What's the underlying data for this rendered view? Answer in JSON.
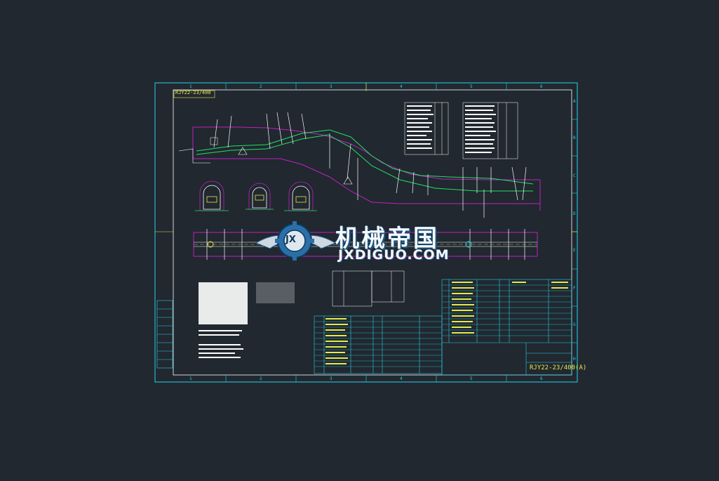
{
  "drawing": {
    "number": "RJY22-23/400(A)",
    "corner_tag": "RJY22-23/400",
    "grid_columns": [
      "1",
      "2",
      "3",
      "4",
      "5",
      "6"
    ],
    "grid_rows": [
      "A",
      "B",
      "C",
      "D",
      "E",
      "F",
      "G",
      "H"
    ]
  },
  "watermark": {
    "chinese": "机械帝国",
    "latin": "JXDIGUO.COM",
    "emblem_text": "JX"
  },
  "colors": {
    "background": "#212830",
    "frame": "#22d3e6",
    "outline": "#ffffff",
    "conveyor": "#c020c0",
    "belt": "#22e060",
    "text": "#e8e84a"
  }
}
